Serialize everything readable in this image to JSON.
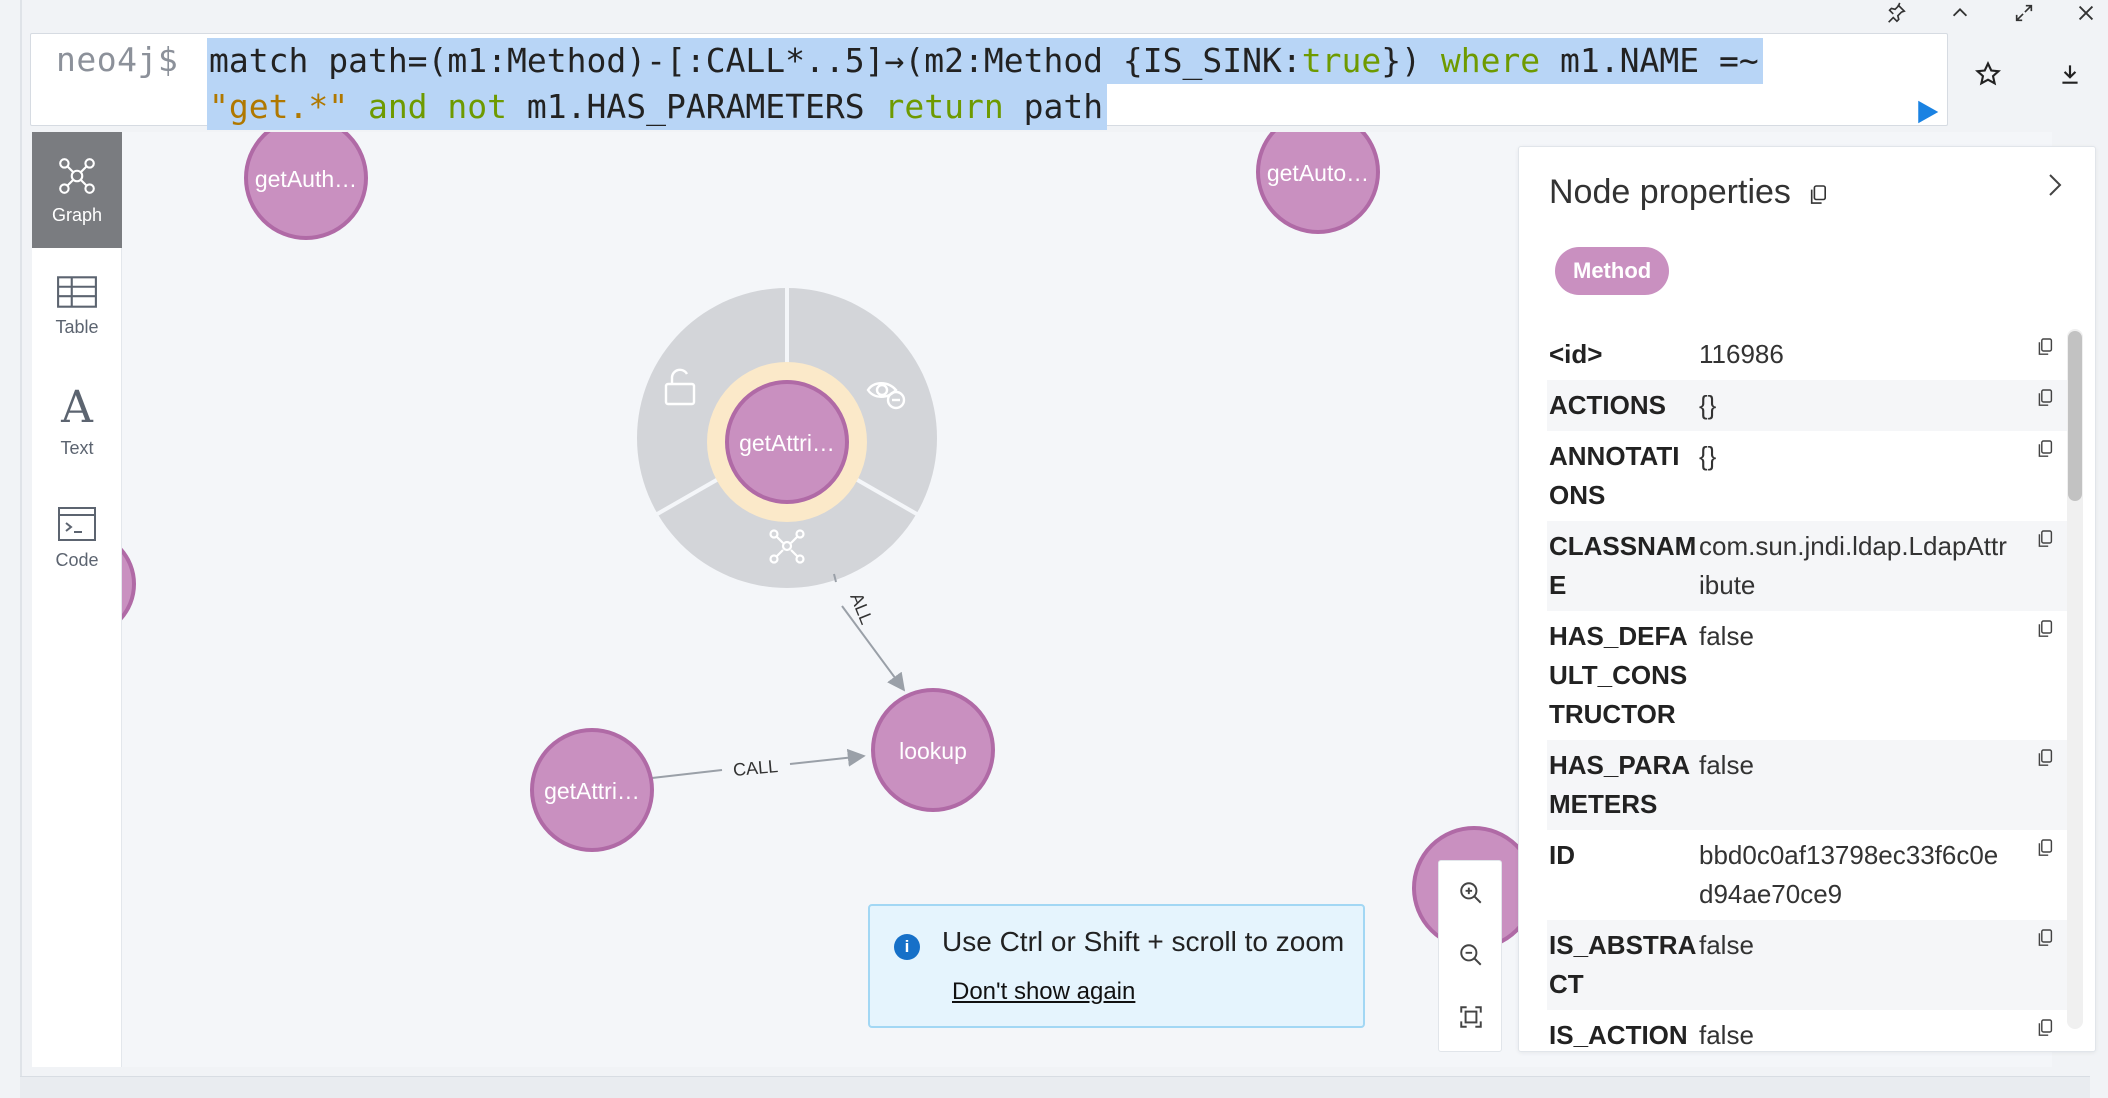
{
  "editor": {
    "prompt": "neo4j$",
    "query": {
      "line1": [
        {
          "t": "match",
          "c": "plain"
        },
        {
          "t": " path=(m1:Method)-[:CALL*..5]→(m2:Method {IS_SINK:",
          "c": "plain"
        },
        {
          "t": "true",
          "c": "kw"
        },
        {
          "t": "}) ",
          "c": "plain"
        },
        {
          "t": "where",
          "c": "kw"
        },
        {
          "t": " m1.NAME =~",
          "c": "plain"
        }
      ],
      "line2": [
        {
          "t": "\"get.*\"",
          "c": "str"
        },
        {
          "t": " and not ",
          "c": "kw"
        },
        {
          "t": "m1.HAS_PARAMETERS ",
          "c": "plain"
        },
        {
          "t": "return",
          "c": "kw"
        },
        {
          "t": " path",
          "c": "plain"
        }
      ]
    },
    "run_icon": "play-icon",
    "favorite_icon": "star-icon",
    "download_icon": "download-icon"
  },
  "window_controls": [
    "pin-icon",
    "collapse-icon",
    "expand-icon",
    "close-icon"
  ],
  "sidebar": {
    "items": [
      {
        "label": "Graph",
        "icon": "graph-icon",
        "active": true
      },
      {
        "label": "Table",
        "icon": "table-icon",
        "active": false
      },
      {
        "label": "Text",
        "icon": "text-icon",
        "active": false
      },
      {
        "label": "Code",
        "icon": "code-icon",
        "active": false
      }
    ]
  },
  "graph": {
    "node_color": "#c990c0",
    "nodes": [
      {
        "id": "n1",
        "label": "getAuth…"
      },
      {
        "id": "n2",
        "label": "getAuto…"
      },
      {
        "id": "n3",
        "label": "getAttri…",
        "selected": true
      },
      {
        "id": "n4",
        "label": "lookup"
      },
      {
        "id": "n5",
        "label": "getAttri…"
      }
    ],
    "edges": [
      {
        "from": "n5",
        "to": "n4",
        "label": "CALL"
      },
      {
        "from": "n3",
        "to": "n4",
        "label": "ALL"
      }
    ],
    "ring_icons": [
      "unlock-icon",
      "hide-icon",
      "expand-neighbors-icon"
    ]
  },
  "panel": {
    "title": "Node properties",
    "label_chip": "Method",
    "label_color": "#c990c0",
    "properties": [
      {
        "key": "<id>",
        "value": "116986"
      },
      {
        "key": "ACTIONS",
        "value": "{}"
      },
      {
        "key": "ANNOTATIONS",
        "value": "{}"
      },
      {
        "key": "CLASSNAME",
        "value": "com.sun.jndi.ldap.LdapAttribute"
      },
      {
        "key": "HAS_DEFAULT_CONSTRUCTOR",
        "value": "false"
      },
      {
        "key": "HAS_PARAMETERS",
        "value": "false"
      },
      {
        "key": "ID",
        "value": "bbd0c0af13798ec33f6c0ed94ae70ce9"
      },
      {
        "key": "IS_ABSTRACT",
        "value": "false"
      },
      {
        "key": "IS_ACTION",
        "value": "false"
      }
    ]
  },
  "toast": {
    "message": "Use Ctrl or Shift + scroll to zoom",
    "link": "Don't show again"
  },
  "zoom": [
    "zoom-in-icon",
    "zoom-out-icon",
    "fit-icon"
  ]
}
